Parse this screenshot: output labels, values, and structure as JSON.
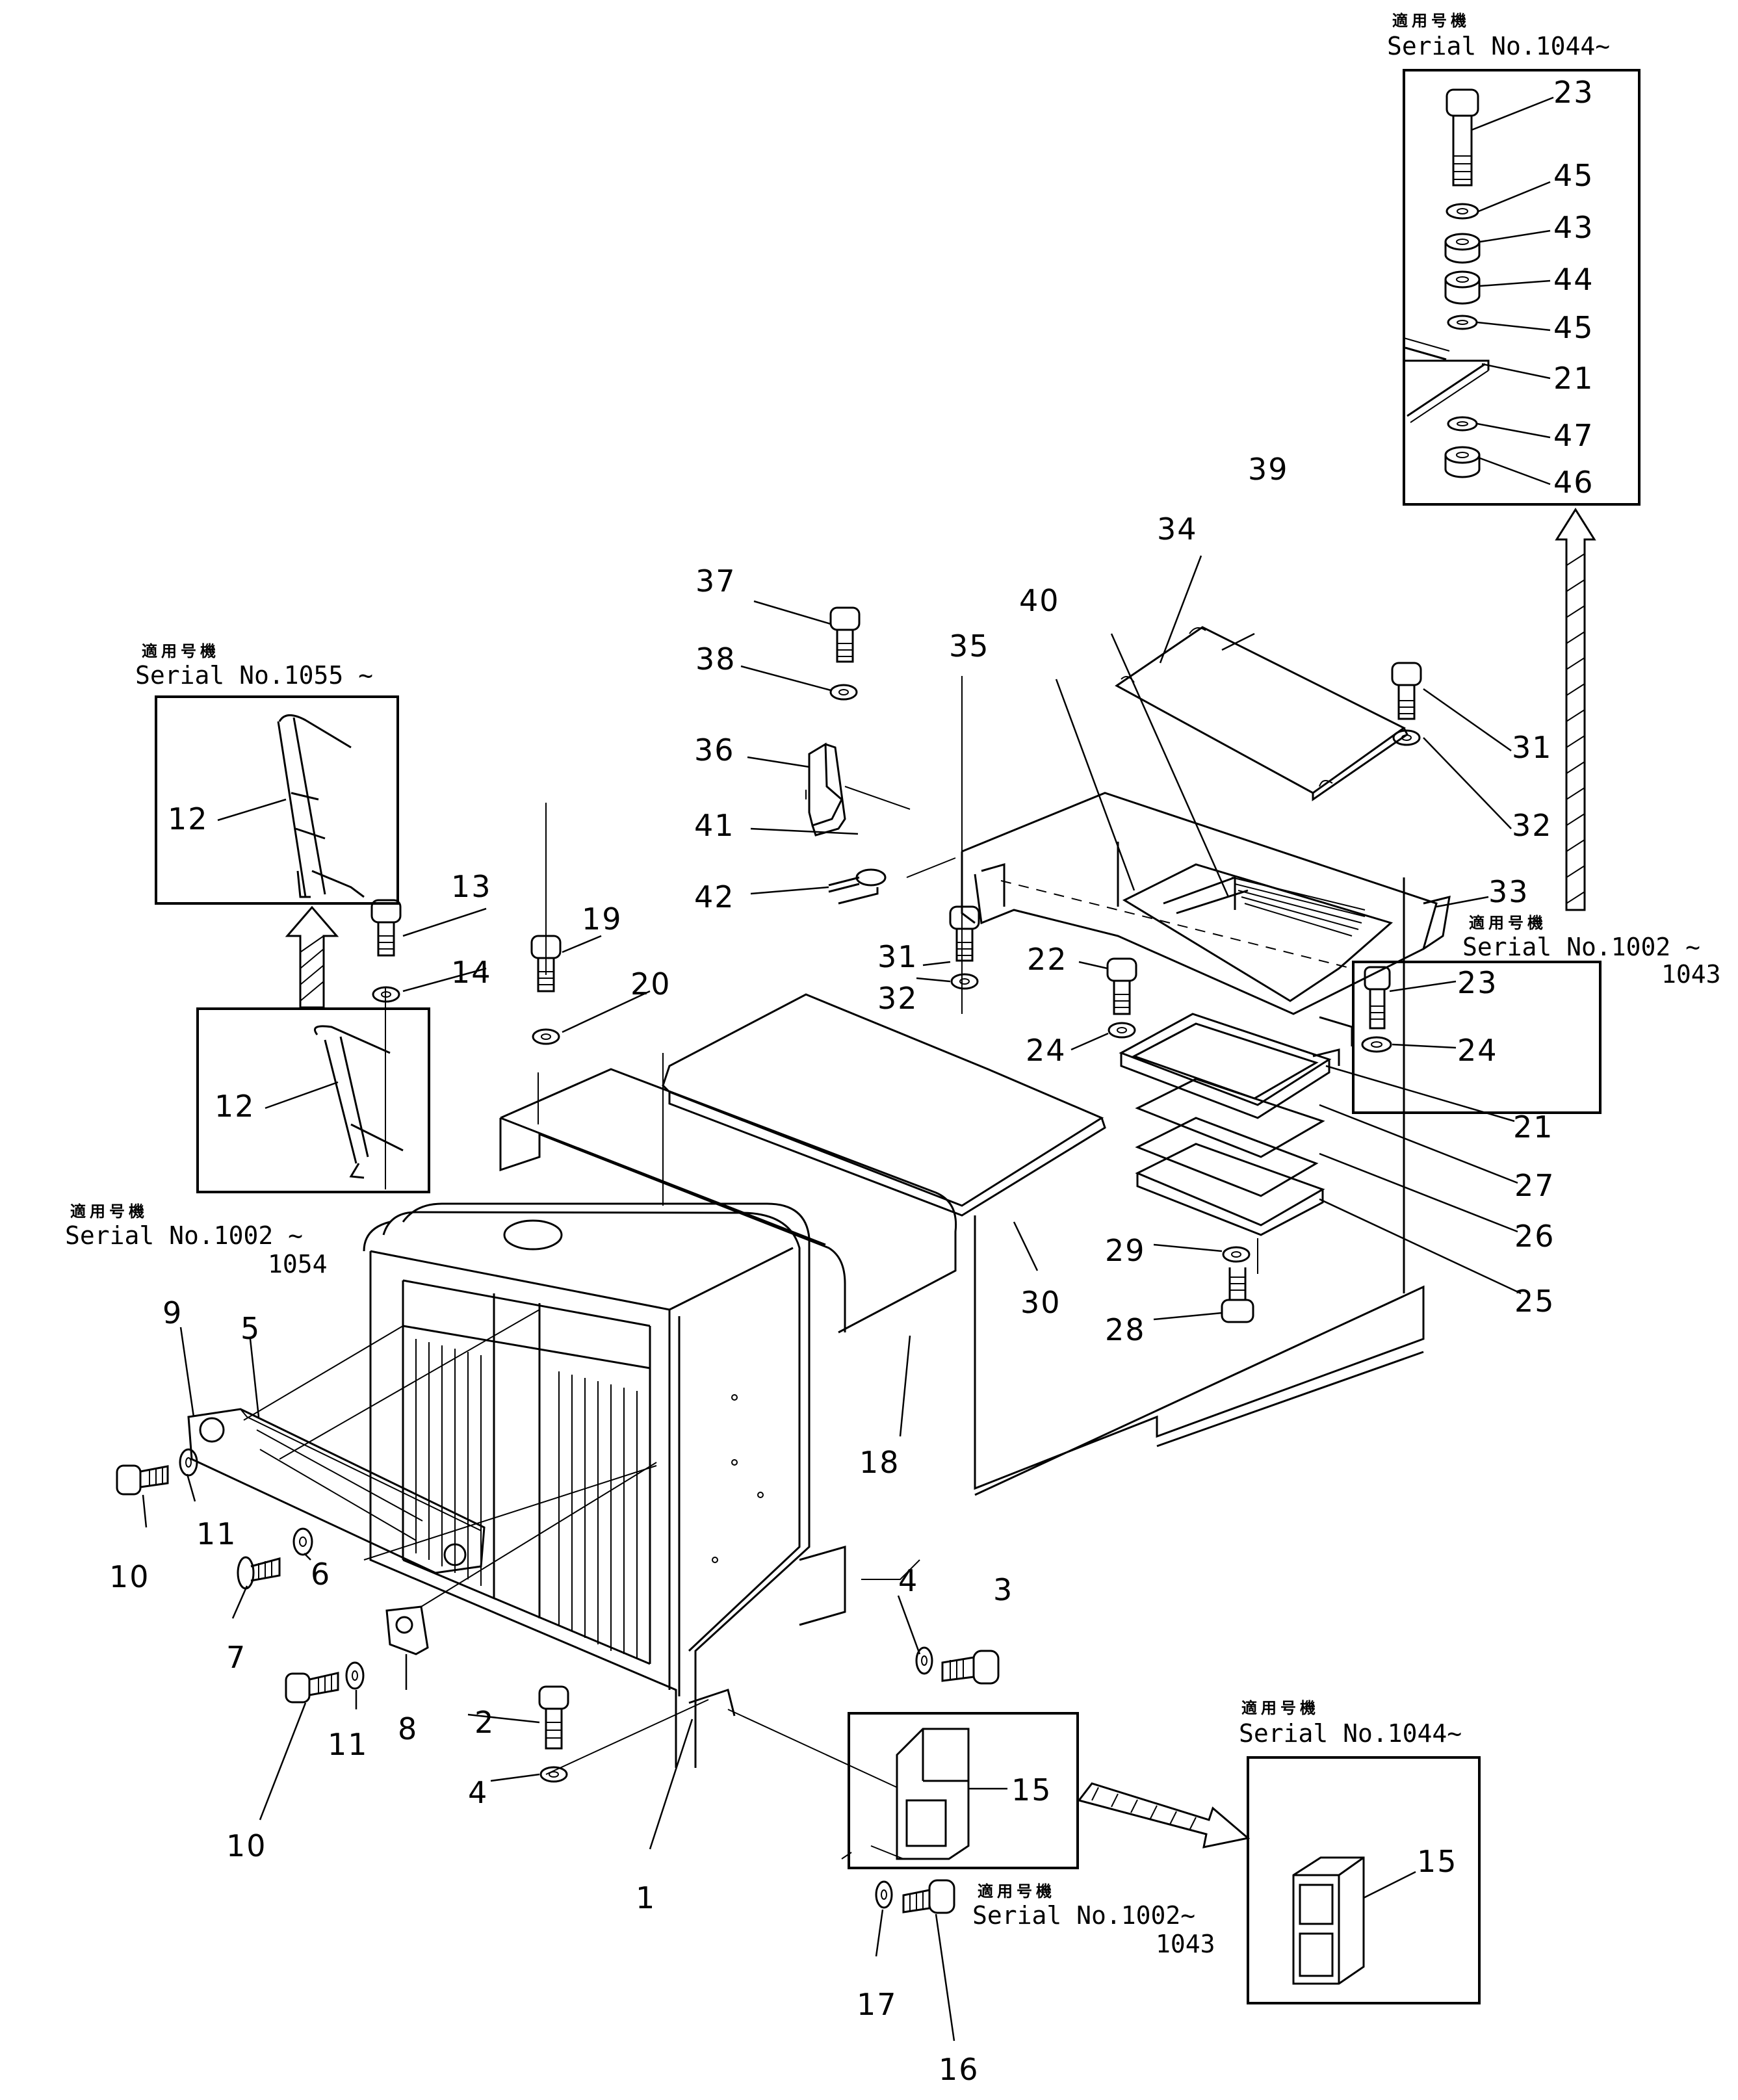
{
  "serial_boxes": {
    "top_right": {
      "jp": "適用号機",
      "serial": "Serial No.1044~"
    },
    "left_upper": {
      "jp": "適用号機",
      "serial": "Serial No.1055 ~"
    },
    "left_lower": {
      "jp": "適用号機",
      "serial": "Serial No.1002 ~",
      "serial2": "1054"
    },
    "right_middle": {
      "jp": "適用号機",
      "serial": "Serial No.1002 ~",
      "serial2": "1043"
    },
    "bottom_right": {
      "jp": "適用号機",
      "serial": "Serial No.1044~"
    },
    "bottom_middle": {
      "jp": "適用号機",
      "serial": "Serial No.1002~",
      "serial2": "1043"
    }
  },
  "callouts": {
    "c1": "1",
    "c2": "2",
    "c3": "3",
    "c4a": "4",
    "c4b": "4",
    "c5": "5",
    "c6": "6",
    "c7": "7",
    "c8": "8",
    "c9": "9",
    "c10a": "10",
    "c10b": "10",
    "c11a": "11",
    "c11b": "11",
    "c12a": "12",
    "c12b": "12",
    "c13": "13",
    "c14": "14",
    "c15a": "15",
    "c15b": "15",
    "c16": "16",
    "c17": "17",
    "c18": "18",
    "c19": "19",
    "c20": "20",
    "c21a": "21",
    "c21b": "21",
    "c22": "22",
    "c23a": "23",
    "c23b": "23",
    "c24a": "24",
    "c24b": "24",
    "c25": "25",
    "c26": "26",
    "c27": "27",
    "c28": "28",
    "c29": "29",
    "c30": "30",
    "c31a": "31",
    "c31b": "31",
    "c32a": "32",
    "c32b": "32",
    "c33": "33",
    "c34": "34",
    "c35": "35",
    "c36": "36",
    "c37": "37",
    "c38": "38",
    "c39": "39",
    "c40": "40",
    "c41": "41",
    "c42": "42",
    "c43": "43",
    "c44": "44",
    "c45a": "45",
    "c45b": "45",
    "c46": "46",
    "c47": "47"
  }
}
